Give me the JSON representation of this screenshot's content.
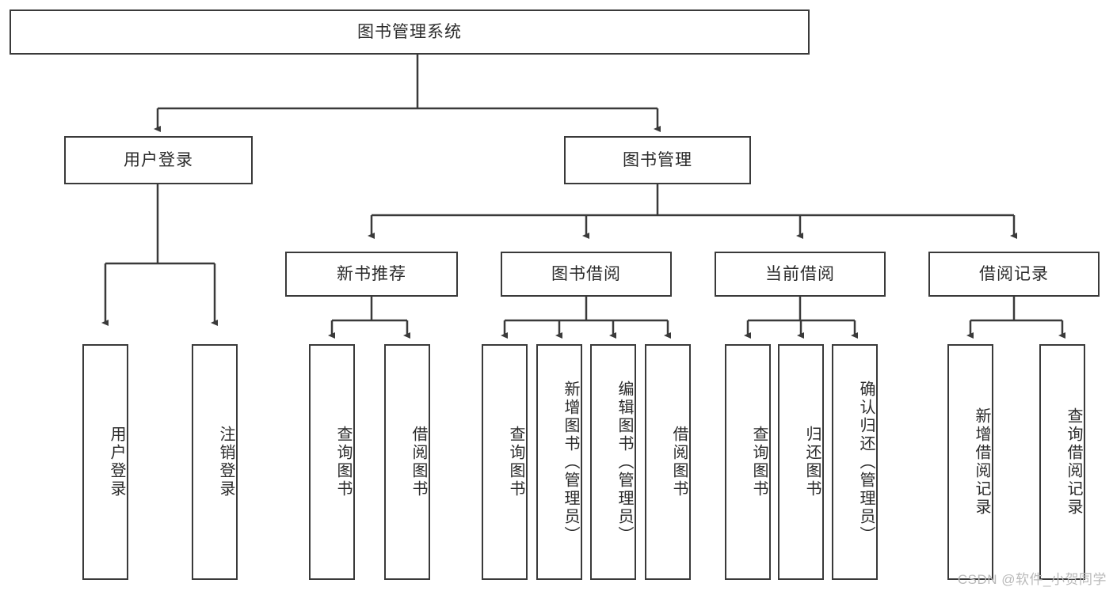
{
  "diagram": {
    "title_node": {
      "label": "图书管理系统"
    },
    "level2": [
      {
        "label": "用户登录"
      },
      {
        "label": "图书管理"
      }
    ],
    "level3": [
      {
        "label": "新书推荐"
      },
      {
        "label": "图书借阅"
      },
      {
        "label": "当前借阅"
      },
      {
        "label": "借阅记录"
      }
    ],
    "leaves": {
      "user_login": [
        {
          "label": "用户登录"
        },
        {
          "label": "注销登录"
        }
      ],
      "new_book_recommend": [
        {
          "label": "查询图书"
        },
        {
          "label": "借阅图书"
        }
      ],
      "book_borrow": [
        {
          "label": "查询图书"
        },
        {
          "label": "新增图书（管理员）"
        },
        {
          "label": "编辑图书（管理员）"
        },
        {
          "label": "借阅图书"
        }
      ],
      "current_borrow": [
        {
          "label": "查询图书"
        },
        {
          "label": "归还图书"
        },
        {
          "label": "确认归还（管理员）"
        }
      ],
      "borrow_record": [
        {
          "label": "新增借阅记录"
        },
        {
          "label": "查询借阅记录"
        }
      ]
    },
    "watermark": "CSDN @软件_小贺同学",
    "colors": {
      "stroke": "#3a3a3a",
      "text": "#2b2b2b",
      "background": "#ffffff",
      "watermark": "#b9b9b9"
    }
  }
}
